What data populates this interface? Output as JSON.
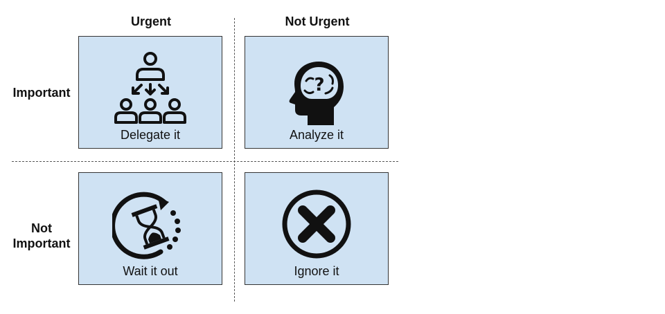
{
  "columns": {
    "urgent": "Urgent",
    "not_urgent": "Not Urgent"
  },
  "rows": {
    "important": "Important",
    "not_important_line1": "Not",
    "not_important_line2": "Important"
  },
  "cells": {
    "urgent_important": {
      "label": "Delegate it",
      "icon": "delegate-people-icon"
    },
    "not_urgent_important": {
      "label": "Analyze it",
      "icon": "brain-question-icon"
    },
    "urgent_not_important": {
      "label": "Wait it out",
      "icon": "hourglass-wait-icon"
    },
    "not_urgent_not_important": {
      "label": "Ignore it",
      "icon": "x-circle-icon"
    }
  },
  "colors": {
    "cell_fill": "#cfe2f3",
    "cell_border": "#333333",
    "divider": "#555555",
    "icon": "#111111"
  }
}
